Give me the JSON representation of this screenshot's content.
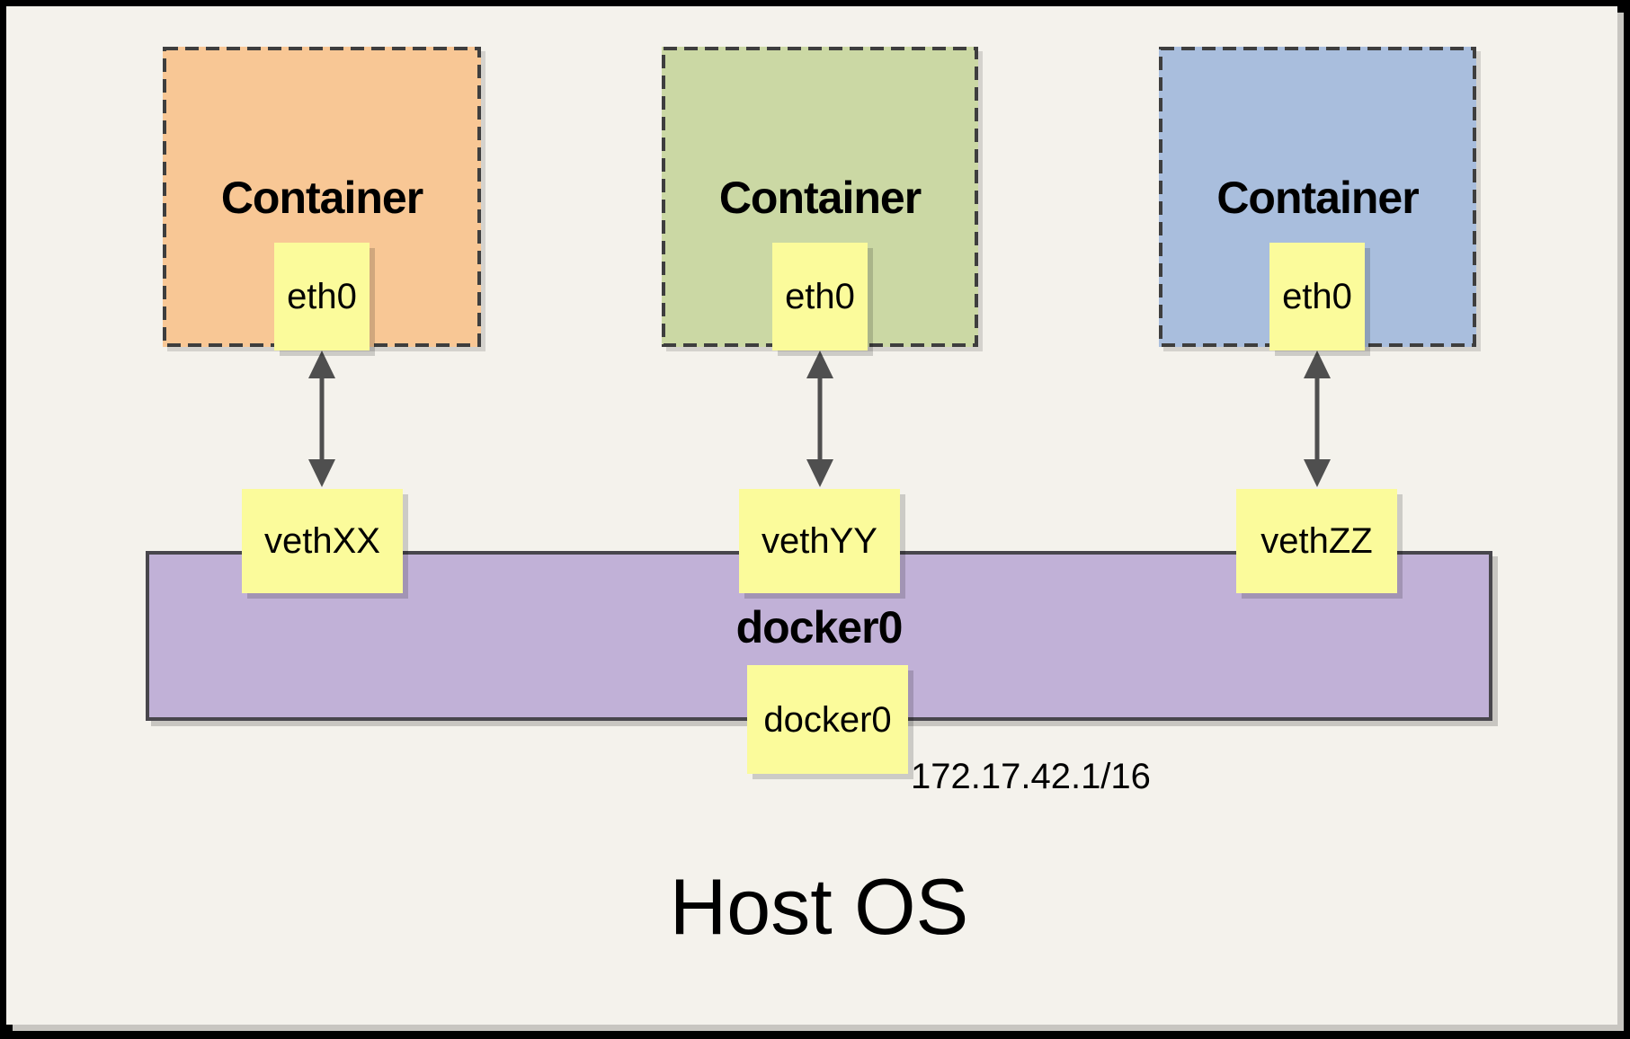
{
  "host": {
    "label": "Host OS"
  },
  "containers": [
    {
      "label": "Container",
      "interface": "eth0",
      "veth": "vethXX",
      "fill": "#F8C795"
    },
    {
      "label": "Container",
      "interface": "eth0",
      "veth": "vethYY",
      "fill": "#CBD8A4"
    },
    {
      "label": "Container",
      "interface": "eth0",
      "veth": "vethZZ",
      "fill": "#A9BEDD"
    }
  ],
  "bridge": {
    "label": "docker0",
    "interface": "docker0",
    "ip": "172.17.42.1/16",
    "fill": "#C1B1D7"
  },
  "colors": {
    "canvas_background": "#F4F2EC",
    "note_yellow": "#FBFB9B",
    "dashed_border": "#3E3E3E",
    "arrow": "#4F4F4F",
    "frame_black": "#000000"
  }
}
